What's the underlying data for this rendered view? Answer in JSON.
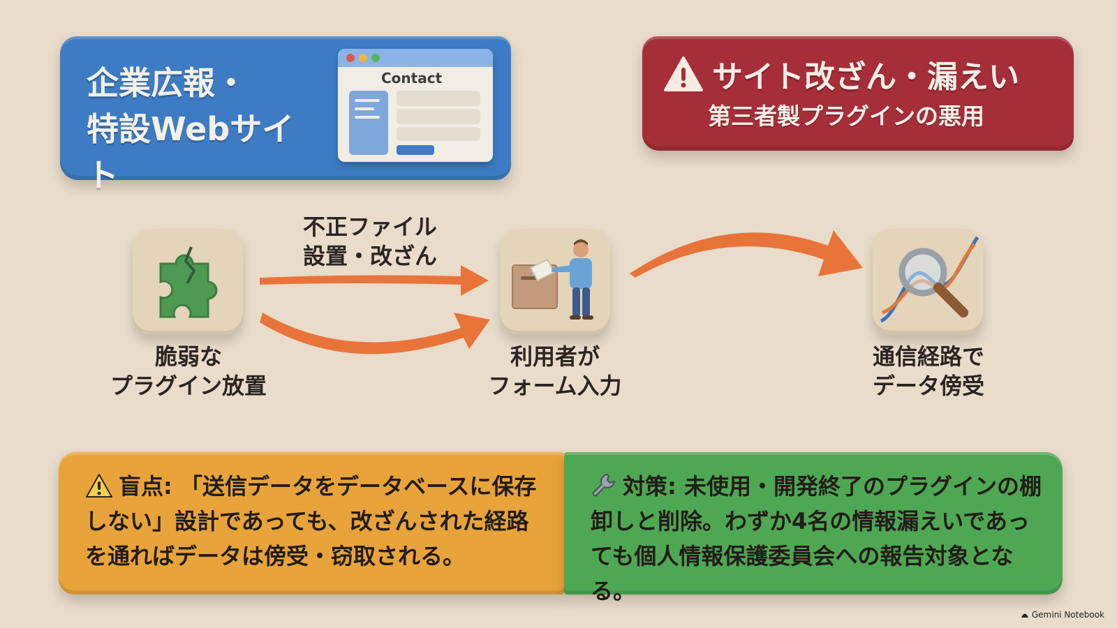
{
  "site_panel": {
    "title": "企業広報・\n特設Webサイト",
    "form_heading": "Contact"
  },
  "threat_panel": {
    "title": "サイト改ざん・漏えい",
    "subtitle": "第三者製プラグインの悪用"
  },
  "flow": {
    "nodes": [
      {
        "label": "脆弱な\nプラグイン放置",
        "icon": "broken-puzzle-icon"
      },
      {
        "label": "利用者が\nフォーム入力",
        "icon": "person-mailbox-icon"
      },
      {
        "label": "通信経路で\nデータ傍受",
        "icon": "magnifier-wire-icon"
      }
    ],
    "arrow_caption": "不正ファイル\n設置・改ざん"
  },
  "blind_spot": {
    "icon": "warning-icon",
    "lead": "盲点:",
    "text": "「送信データをデータベースに保存しない」設計であっても、改ざんされた経路を通ればデータは傍受・窃取される。"
  },
  "countermeasure": {
    "icon": "wrench-icon",
    "lead": "対策:",
    "text": "未使用・開発終了のプラグインの棚卸しと削除。わずか4名の情報漏えいであっても個人情報保護委員会への報告対象となる。"
  },
  "footer": {
    "brand": "Gemini Notebook"
  },
  "colors": {
    "background": "#e9dccb",
    "blue": "#3d7cc4",
    "red": "#a52e38",
    "orange_arrow": "#e8743a",
    "yellow": "#e8a43a",
    "green": "#4ea853"
  }
}
